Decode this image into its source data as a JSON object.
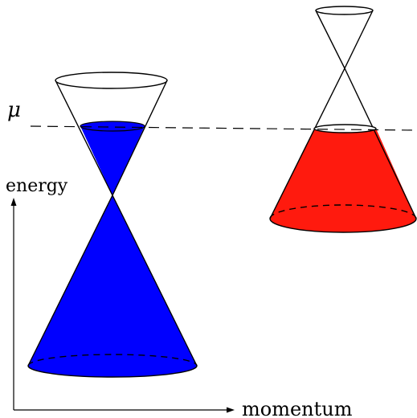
{
  "labels": {
    "mu": "μ",
    "energy": "energy",
    "momentum": "momentum"
  },
  "colors": {
    "left_cone_fill": "#0000ff",
    "right_cone_fill": "#ff1a0e",
    "stroke": "#000000",
    "background": "#ffffff"
  },
  "elements": {
    "chemical_potential_line": "dashed",
    "left_cone": "Dirac cone filled up to chemical potential (lower cone fully filled, upper cone partially filled)",
    "right_cone": "Dirac cone shifted up, lower cone filled up to chemical potential"
  }
}
